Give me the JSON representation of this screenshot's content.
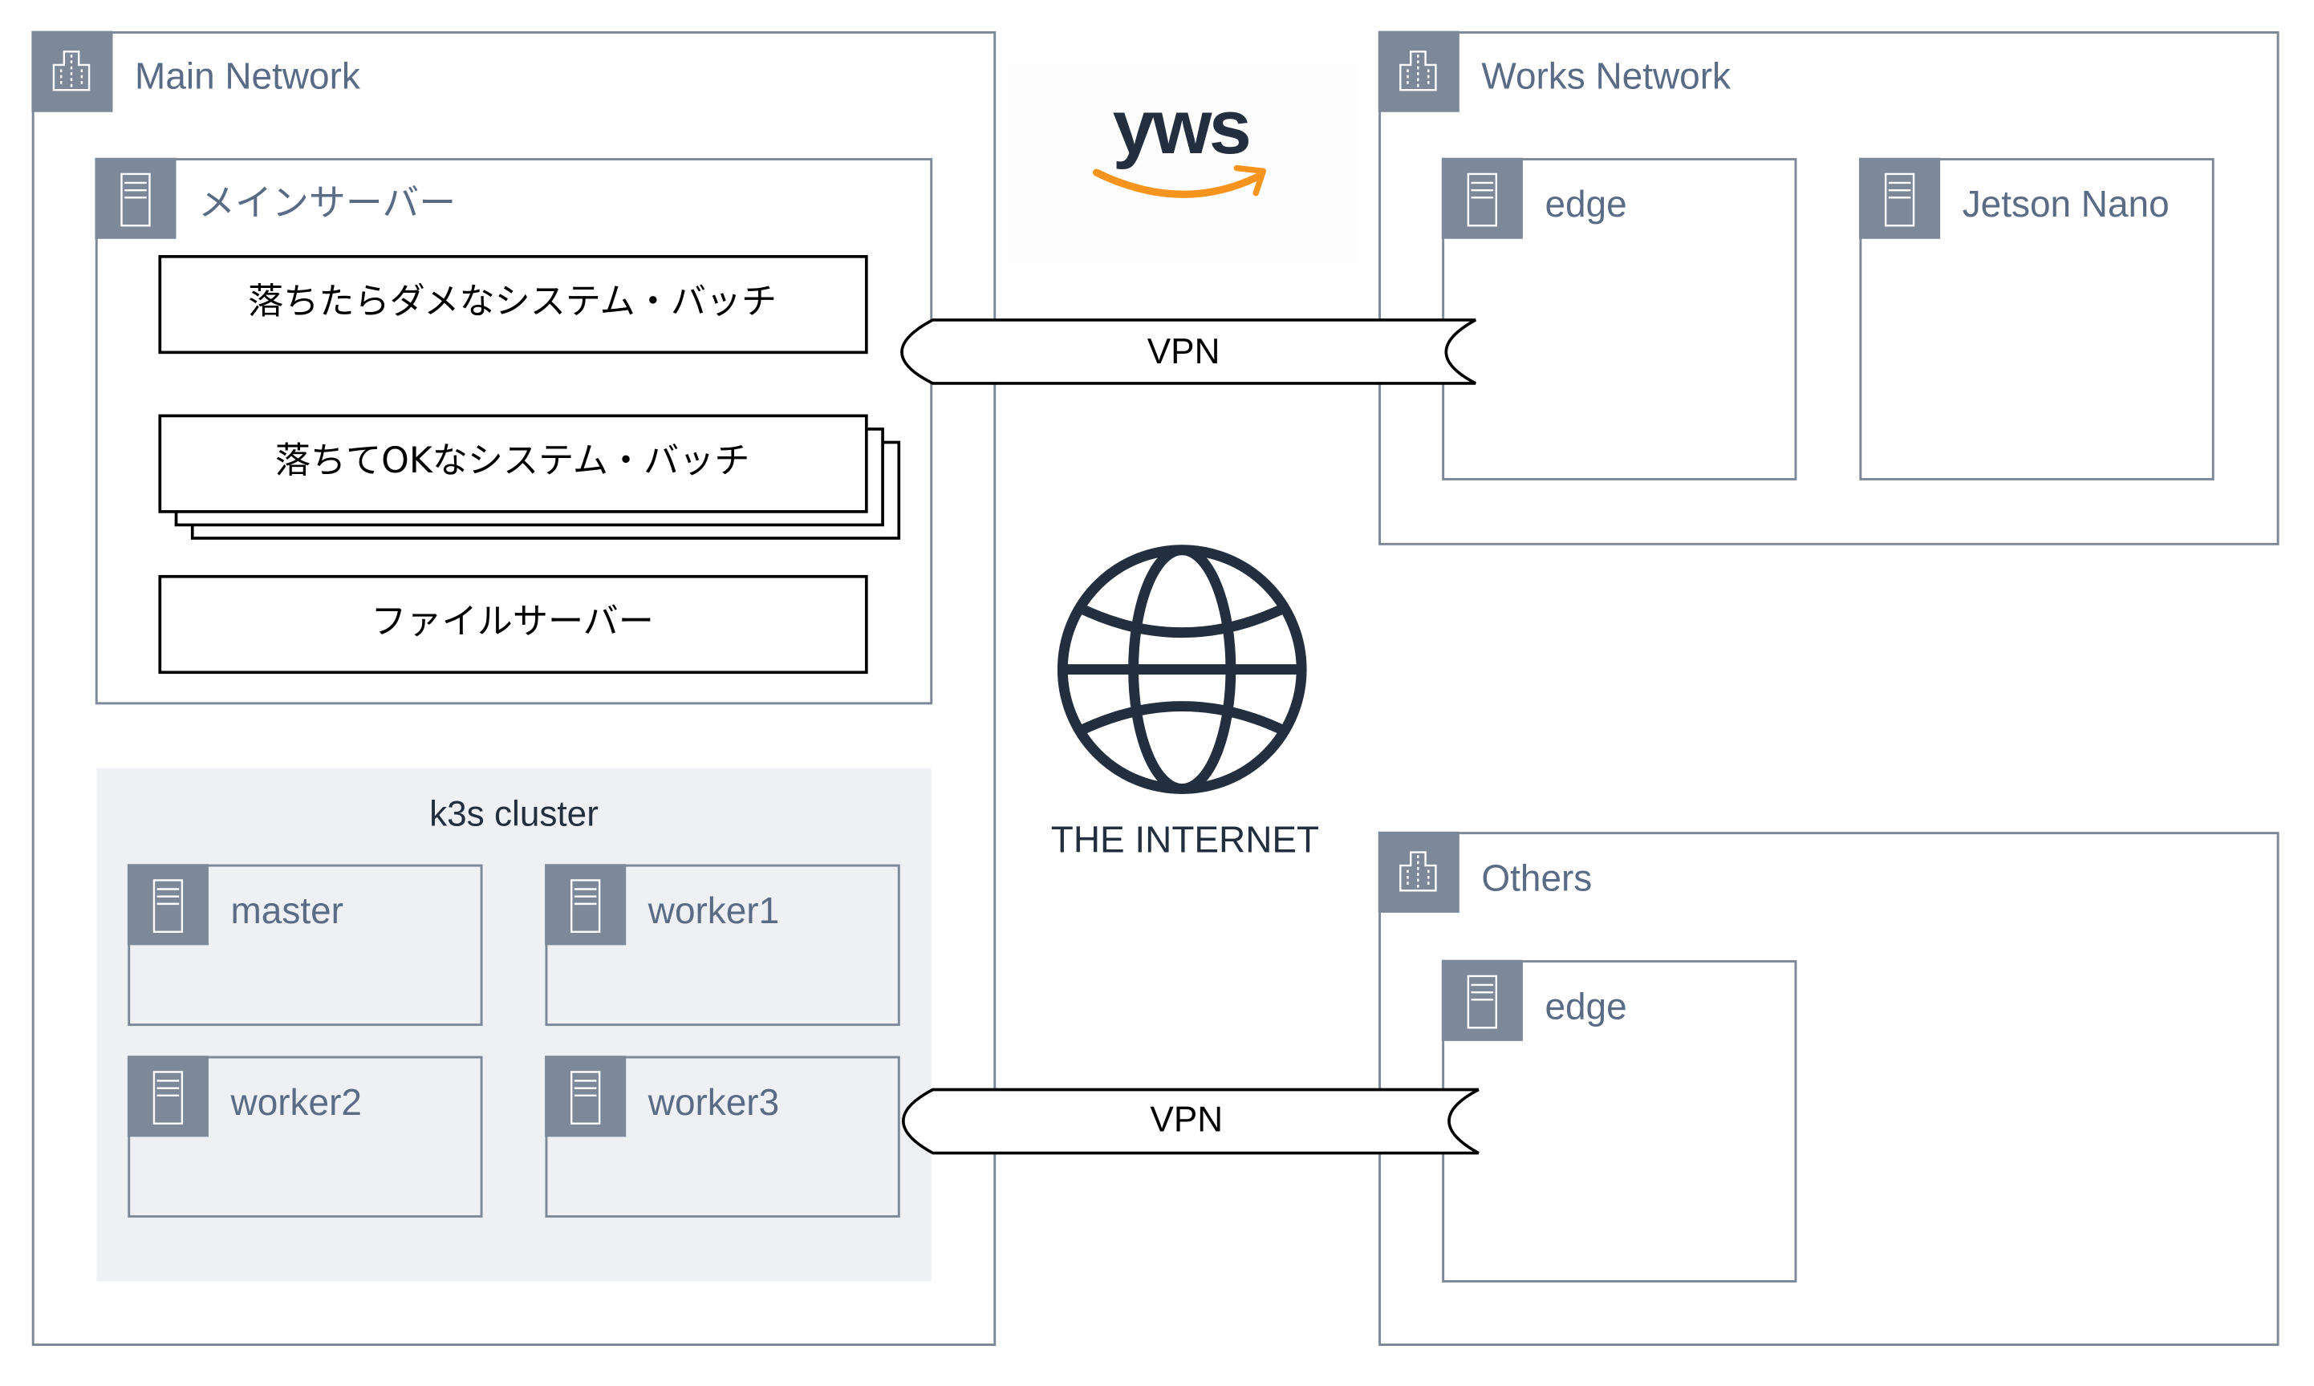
{
  "diagram": {
    "logo": {
      "text": "yws",
      "text_color": "#232f3e",
      "smile_color": "#f7941d"
    },
    "internet": {
      "label": "THE INTERNET",
      "icon": "globe-icon"
    },
    "groups": {
      "main_network": {
        "label": "Main Network",
        "icon": "building-icon",
        "main_server": {
          "label": "メインサーバー",
          "icon": "server-icon",
          "services": [
            {
              "label": "落ちたらダメなシステム・バッチ",
              "stacked": false
            },
            {
              "label": "落ちてOKなシステム・バッチ",
              "stacked": true
            },
            {
              "label": "ファイルサーバー",
              "stacked": false
            }
          ]
        },
        "k3s_cluster": {
          "label": "k3s cluster",
          "nodes": [
            {
              "label": "master",
              "icon": "server-icon"
            },
            {
              "label": "worker1",
              "icon": "server-icon"
            },
            {
              "label": "worker2",
              "icon": "server-icon"
            },
            {
              "label": "worker3",
              "icon": "server-icon"
            }
          ]
        }
      },
      "works_network": {
        "label": "Works Network",
        "icon": "building-icon",
        "nodes": [
          {
            "label": "edge",
            "icon": "server-icon"
          },
          {
            "label": "Jetson Nano",
            "icon": "server-icon"
          }
        ]
      },
      "others": {
        "label": "Others",
        "icon": "building-icon",
        "nodes": [
          {
            "label": "edge",
            "icon": "server-icon"
          }
        ]
      }
    },
    "connections": [
      {
        "label": "VPN",
        "from": "メインサーバー",
        "to": "Works Network / edge"
      },
      {
        "label": "VPN",
        "from": "k3s cluster / worker3",
        "to": "Others / edge"
      }
    ],
    "colors": {
      "group_border": "#7d8998",
      "group_label": "#5a6b86",
      "cluster_background": "#eff0f3",
      "dark": "#232f3e"
    }
  }
}
